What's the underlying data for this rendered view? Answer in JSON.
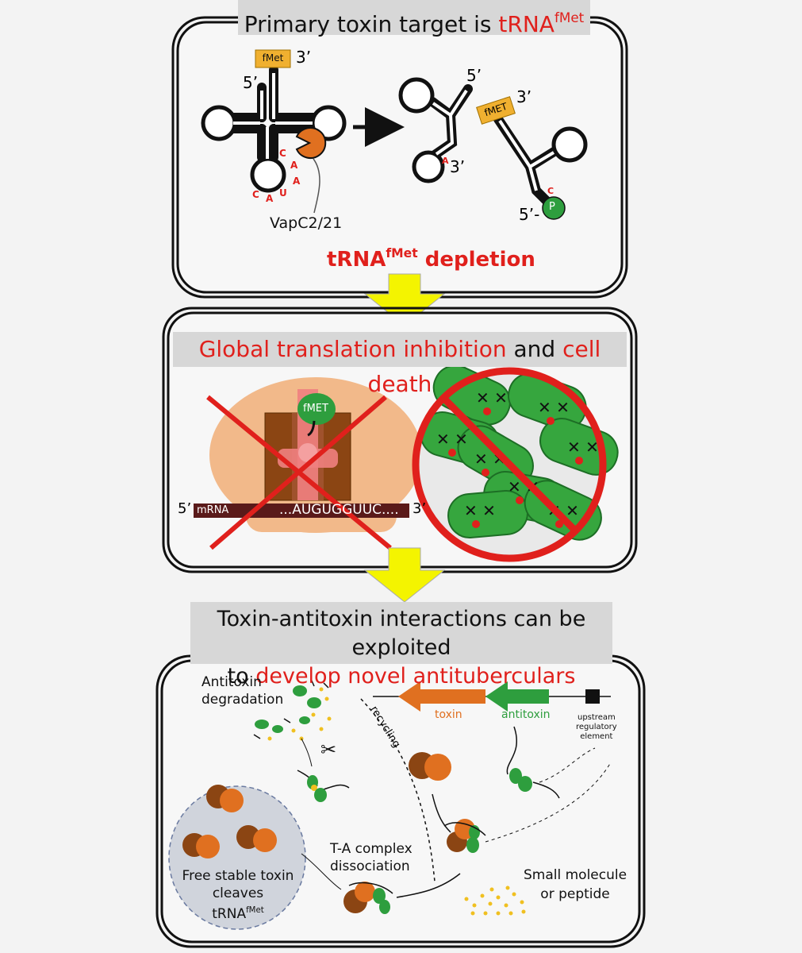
{
  "panel1": {
    "title_prefix": "Primary toxin target is ",
    "title_red": "tRNA",
    "title_sup": "fMet",
    "labels": {
      "fmet_tag_left": "fMet",
      "fmet_tag_right": "fMET",
      "three_prime": "3’",
      "five_prime": "5’",
      "five_prime_dash": "5’-",
      "phosphate": "P",
      "enzyme": "VapC2/21",
      "nt_C": "C",
      "nt_A": "A",
      "nt_U": "U"
    },
    "result_main": "tRNA",
    "result_sup": "fMet",
    "result_suffix": " depletion"
  },
  "panel2": {
    "title_red1": "Global translation inhibition",
    "title_mid": " and ",
    "title_red2": "cell death",
    "ribosome": {
      "fmet": "fMET",
      "mrna_label": "mRNA",
      "sequence": "...AUGUGGUUC....",
      "five_prime": "5’",
      "three_prime": "3’"
    }
  },
  "panel3": {
    "title_line1": "Toxin-antitoxin interactions can be exploited",
    "title_line2_prefix": "to ",
    "title_line2_red": "develop novel antituberculars",
    "labels": {
      "antitoxin_degradation_1": "Antitoxin",
      "antitoxin_degradation_2": "degradation",
      "recycling": "recycling",
      "toxin": "toxin",
      "antitoxin": "antitoxin",
      "upstream_1": "upstream",
      "upstream_2": "regulatory",
      "upstream_3": "element",
      "ta_dissociation_1": "T-A complex",
      "ta_dissociation_2": "dissociation",
      "small_molecule_1": "Small molecule",
      "small_molecule_2": "or peptide",
      "free_toxin_1": "Free stable toxin",
      "free_toxin_2": "cleaves",
      "free_toxin_3": "tRNA",
      "free_toxin_sup": "fMet"
    }
  },
  "colors": {
    "red": "#e0201c",
    "toxin_orange": "#e07020",
    "toxin_brown": "#8b4513",
    "antitoxin_green": "#2e9e3e",
    "arrow_yellow": "#f4f400",
    "fmet_yellow": "#f0b030"
  }
}
